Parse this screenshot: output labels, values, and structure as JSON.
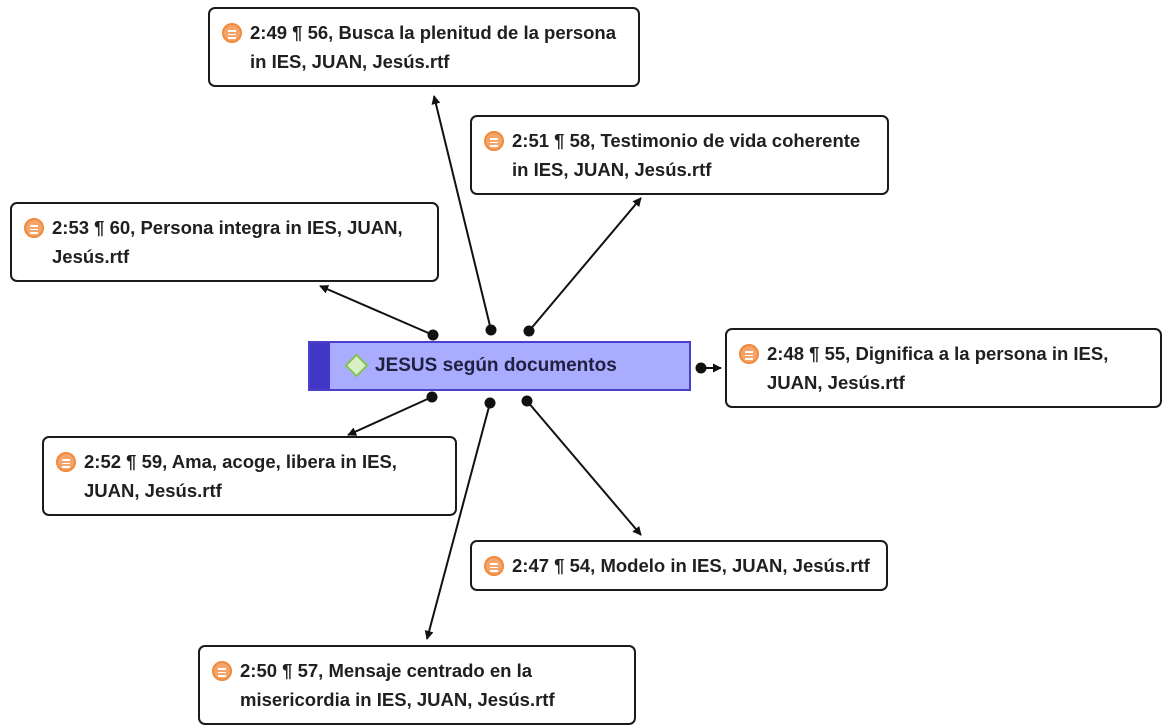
{
  "code": {
    "label": "JESUS según documentos",
    "fill_color": "#a9acff",
    "bar_color": "#4337c8",
    "icon": "code-diamond-icon"
  },
  "quotations": [
    {
      "id": "q-2-49",
      "text": "2:49 ¶ 56, Busca la plenitud de la persona in IES, JUAN, Jesús.rtf",
      "icon": "quotation-icon"
    },
    {
      "id": "q-2-51",
      "text": "2:51 ¶ 58, Testimonio de vida coherente in IES, JUAN, Jesús.rtf",
      "icon": "quotation-icon"
    },
    {
      "id": "q-2-53",
      "text": "2:53 ¶ 60, Persona integra in IES, JUAN, Jesús.rtf",
      "icon": "quotation-icon"
    },
    {
      "id": "q-2-48",
      "text": "2:48 ¶ 55, Dignifica a la persona in IES, JUAN, Jesús.rtf",
      "icon": "quotation-icon"
    },
    {
      "id": "q-2-52",
      "text": "2:52 ¶ 59, Ama, acoge, libera in IES, JUAN, Jesús.rtf",
      "icon": "quotation-icon"
    },
    {
      "id": "q-2-47",
      "text": "2:47 ¶ 54, Modelo in IES, JUAN, Jesús.rtf",
      "icon": "quotation-icon"
    },
    {
      "id": "q-2-50",
      "text": "2:50 ¶ 57, Mensaje centrado en la misericordia in IES, JUAN, Jesús.rtf",
      "icon": "quotation-icon"
    }
  ],
  "colors": {
    "quotation_icon": "#f5a569",
    "link_line": "#111111"
  }
}
